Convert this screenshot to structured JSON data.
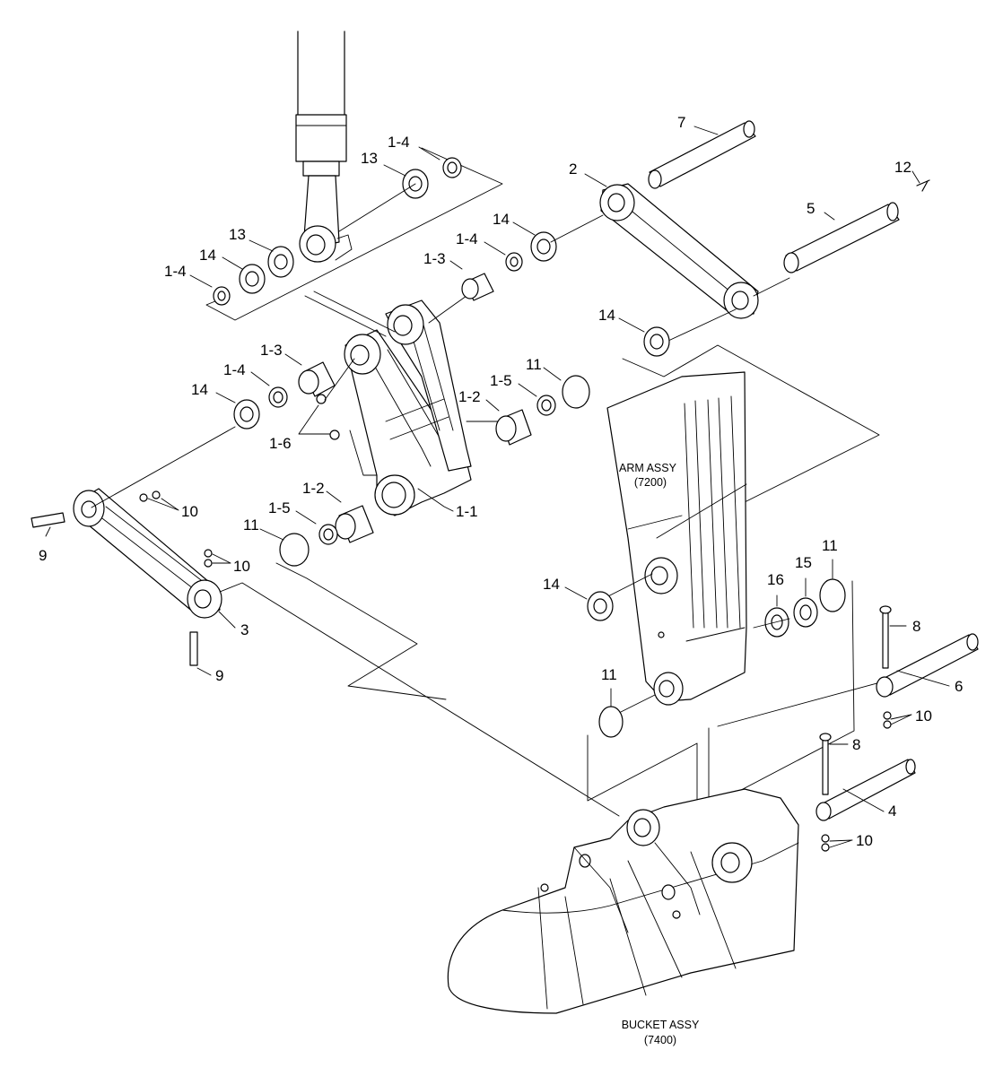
{
  "assemblies": {
    "arm": {
      "title": "ARM ASSY",
      "code": "(7200)"
    },
    "bucket": {
      "title": "BUCKET ASSY",
      "code": "(7400)"
    }
  },
  "callouts": {
    "c1_4_top": "1-4",
    "c13_top": "13",
    "c7": "7",
    "c2": "2",
    "c12": "12",
    "c5": "5",
    "c13_left": "13",
    "c14_left_top": "14",
    "c1_4_left_top": "1-4",
    "c14_mid_top": "14",
    "c1_4_mid_top": "1-4",
    "c1_3_top": "1-3",
    "c14_right_top": "14",
    "c1_3_mid": "1-3",
    "c1_4_mid": "1-4",
    "c14_mid": "14",
    "c11_top": "11",
    "c1_5_top": "1-5",
    "c1_2_top": "1-2",
    "c1_6": "1-6",
    "c1_2_bot": "1-2",
    "c1_1": "1-1",
    "c1_5_bot": "1-5",
    "c11_left": "11",
    "c10_a": "10",
    "c9_a": "9",
    "c10_b": "10",
    "c3": "3",
    "c9_b": "9",
    "c14_arm": "14",
    "c16": "16",
    "c15": "15",
    "c11_right": "11",
    "c8_a": "8",
    "c6": "6",
    "c10_c": "10",
    "c11_arm": "11",
    "c8_b": "8",
    "c4": "4",
    "c10_d": "10"
  }
}
